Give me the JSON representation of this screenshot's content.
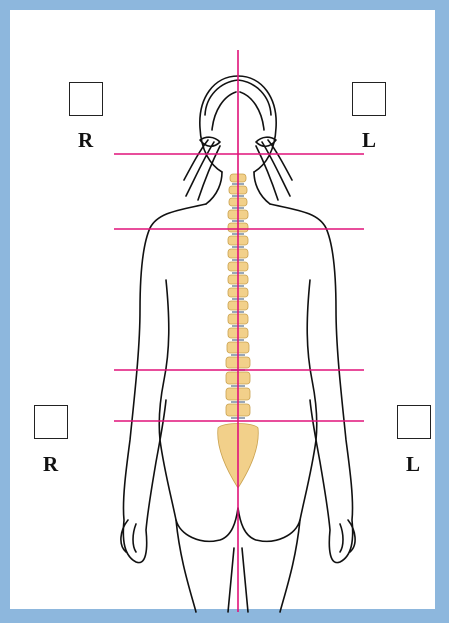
{
  "labels": {
    "upper_right_side": "R",
    "upper_left_side": "L",
    "lower_right_side": "R",
    "lower_left_side": "L"
  },
  "colors": {
    "border": "#8db7dd",
    "reference_lines": "#e0127a",
    "spine": "#f2d08a",
    "outline": "#111111"
  },
  "icons": [
    "checkbox-icon",
    "spine-illustration",
    "body-outline"
  ]
}
